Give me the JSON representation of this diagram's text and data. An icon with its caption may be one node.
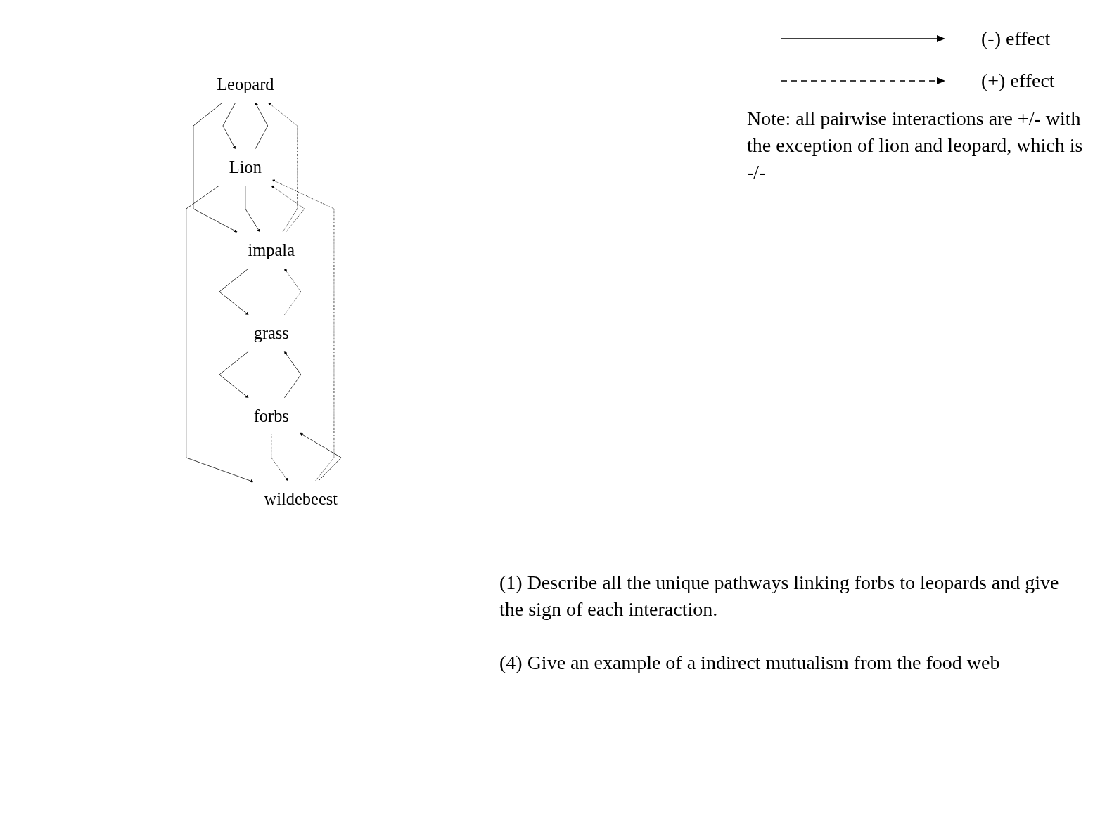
{
  "diagram": {
    "nodes": [
      {
        "text": [
          "Leopard"
        ]
      },
      {
        "text": [
          "Lion"
        ]
      },
      {
        "text": [
          "impala"
        ]
      },
      {
        "text": [
          "wildebeest"
        ]
      },
      {
        "text": [
          "grass"
        ]
      },
      {
        "text": [
          "forbs"
        ]
      }
    ],
    "edges": [
      {
        "from": 0,
        "to": 1,
        "arrow": "to"
      },
      {
        "from": 1,
        "to": 0,
        "arrow": "to"
      },
      {
        "from": 0,
        "to": 2,
        "arrow": "to"
      },
      {
        "from": 2,
        "to": 0,
        "arrow": "to",
        "style": "dashed"
      },
      {
        "from": 1,
        "to": 2,
        "arrow": "to"
      },
      {
        "from": 2,
        "to": 1,
        "arrow": "to",
        "style": "dashed"
      },
      {
        "from": 1,
        "to": 3,
        "arrow": "to"
      },
      {
        "from": 3,
        "to": 1,
        "arrow": "to",
        "style": "dashed"
      },
      {
        "from": 2,
        "to": 4,
        "arrow": "to"
      },
      {
        "from": 4,
        "to": 2,
        "arrow": "to",
        "style": "dashed"
      },
      {
        "from": 3,
        "to": 5,
        "arrow": "to"
      },
      {
        "from": 5,
        "to": 3,
        "arrow": "to",
        "style": "dashed"
      },
      {
        "from": 4,
        "to": 5,
        "arrow": "to"
      },
      {
        "from": 5,
        "to": 4,
        "arrow": "to"
      }
    ],
    "labels": [
      "Note: all pairwise interactions are +/- with the exception of lion and leopard, which is -/-",
      "(1) Describe all the unique pathways linking forbs to leopards and give the sign of each interaction.",
      "(4) Give an example of a indirect mutualism from the food web"
    ],
    "legend": [
      {
        "text": "(-) effect"
      },
      {
        "text": "(+) effect"
      }
    ]
  }
}
